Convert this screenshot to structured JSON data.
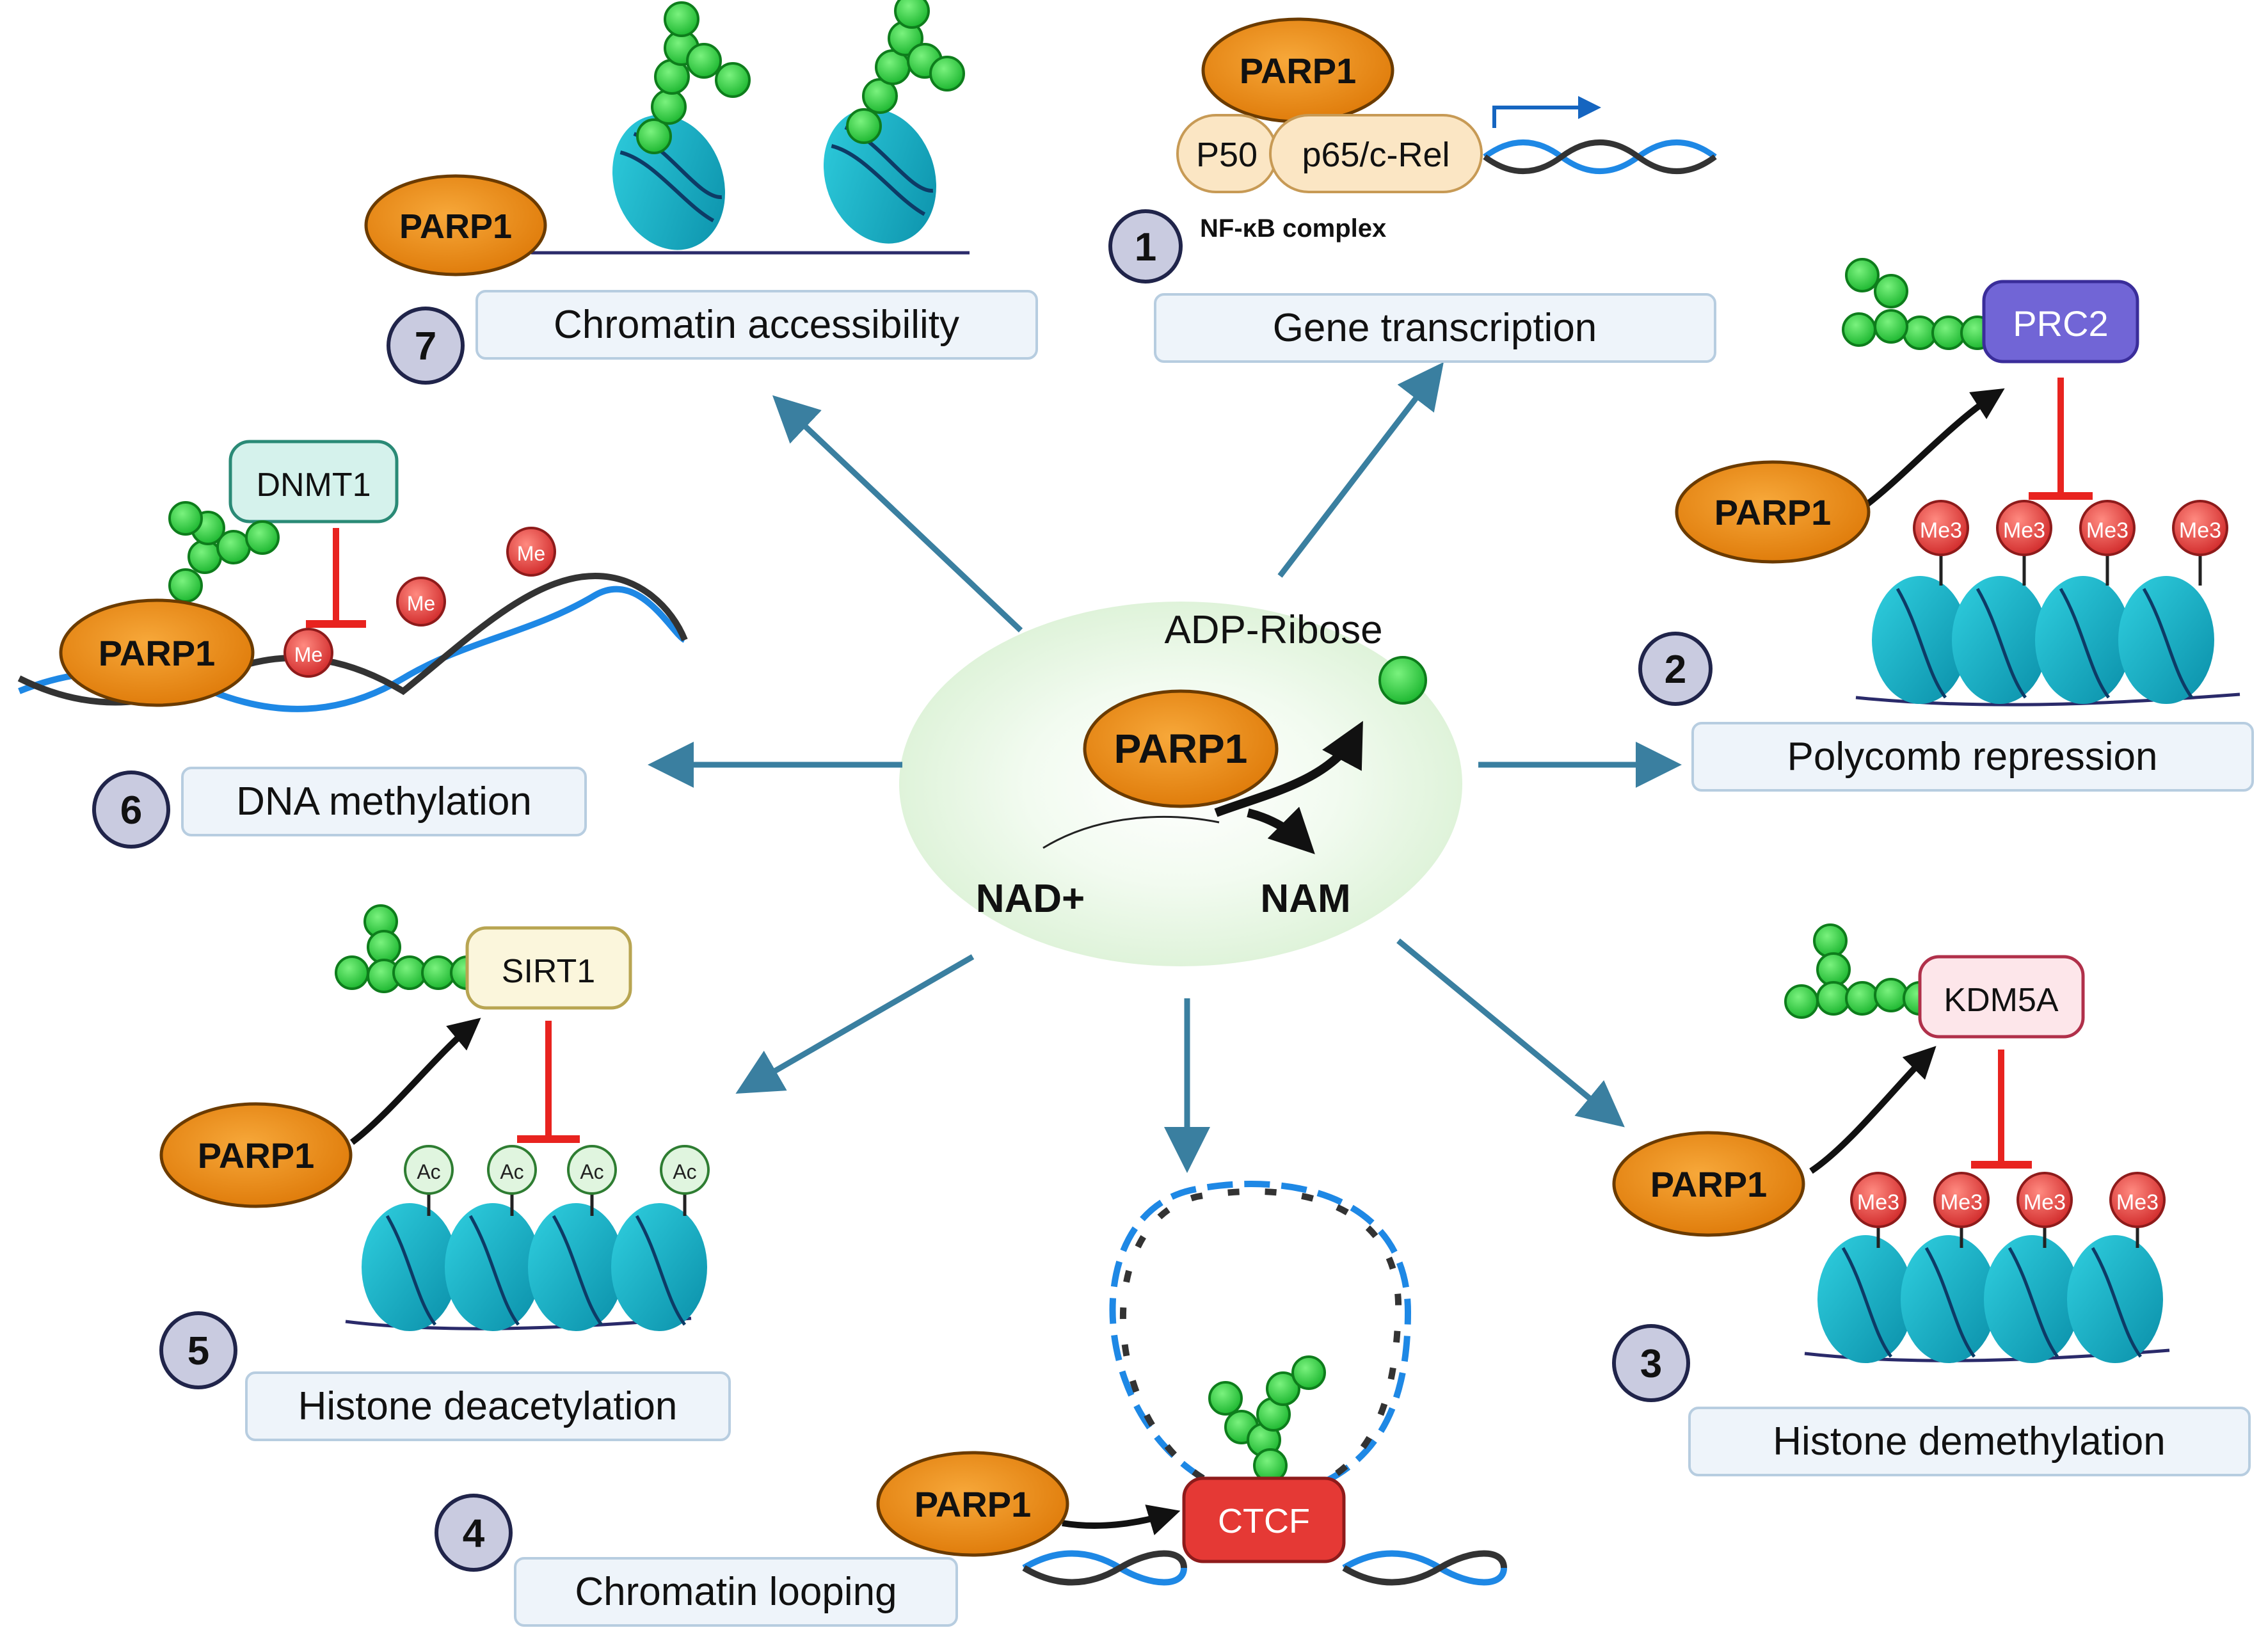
{
  "center": {
    "enzyme": "PARP1",
    "product": "ADP-Ribose",
    "substrate": "NAD+",
    "byproduct": "NAM"
  },
  "panels": [
    {
      "number": "1",
      "label": "Gene transcription",
      "complex": "NF-κB complex",
      "subunits": [
        "P50",
        "p65/c-Rel"
      ],
      "enzyme": "PARP1"
    },
    {
      "number": "2",
      "label": "Polycomb repression",
      "target": "PRC2",
      "marks": [
        "Me3",
        "Me3",
        "Me3",
        "Me3"
      ],
      "enzyme": "PARP1"
    },
    {
      "number": "3",
      "label": "Histone demethylation",
      "target": "KDM5A",
      "marks": [
        "Me3",
        "Me3",
        "Me3",
        "Me3"
      ],
      "enzyme": "PARP1"
    },
    {
      "number": "4",
      "label": "Chromatin looping",
      "target": "CTCF",
      "enzyme": "PARP1"
    },
    {
      "number": "5",
      "label": "Histone deacetylation",
      "target": "SIRT1",
      "marks": [
        "Ac",
        "Ac",
        "Ac",
        "Ac"
      ],
      "enzyme": "PARP1"
    },
    {
      "number": "6",
      "label": "DNA methylation",
      "target": "DNMT1",
      "marks": [
        "Me",
        "Me",
        "Me"
      ],
      "enzyme": "PARP1"
    },
    {
      "number": "7",
      "label": "Chromatin accessibility",
      "enzyme": "PARP1"
    }
  ],
  "colors": {
    "parp_fill": "#ee8a14",
    "par_bead": "#2ecc40",
    "nucleosome": "#19b4c8",
    "dna_blue": "#1e88e5",
    "arrow_teal": "#3a7fa0",
    "inhibit_red": "#e8231f",
    "methyl_red": "#e53935",
    "label_box": "#eef4fa"
  }
}
